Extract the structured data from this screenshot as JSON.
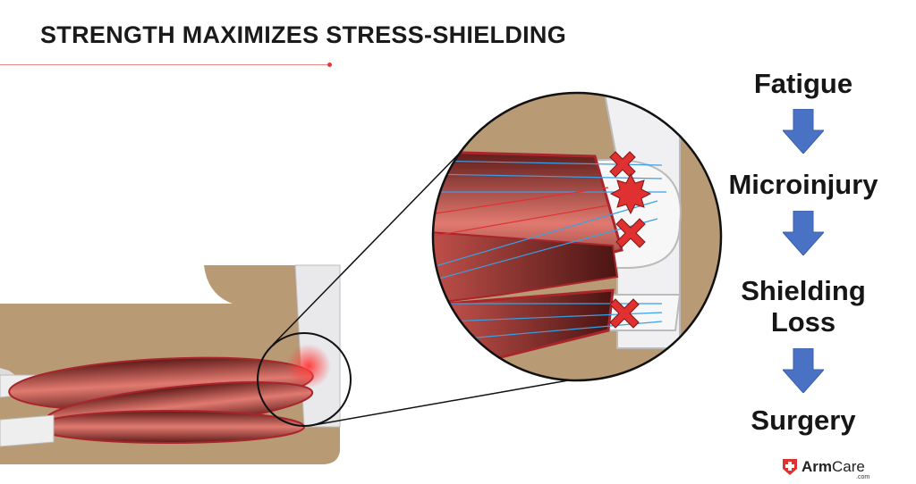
{
  "title": "STRENGTH MAXIMIZES STRESS-SHIELDING",
  "flow": {
    "steps": [
      "Fatigue",
      "Microinjury",
      "Shielding Loss",
      "Surgery"
    ],
    "arrow_color": "#4a72c4"
  },
  "logo": {
    "brand_bold": "Arm",
    "brand_regular": "Care",
    "suffix": ".com"
  },
  "colors": {
    "skin": "#b89a74",
    "muscle": "#a8252b",
    "injury": "#e03030",
    "force_arrows": "#3aa0e8"
  }
}
